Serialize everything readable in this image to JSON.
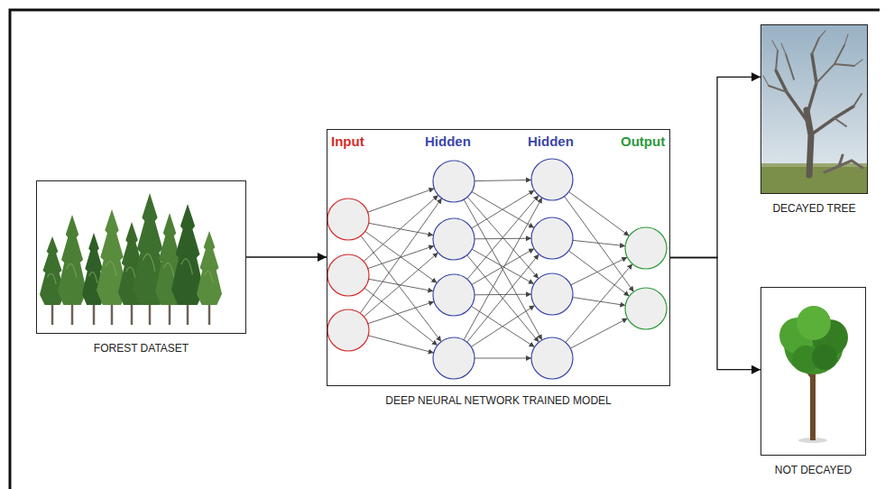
{
  "diagram": {
    "nodes": [
      {
        "text": [
          "FOREST DATASET"
        ]
      },
      {
        "text": [
          "Input",
          "Hidden",
          "Hidden",
          "Output",
          "DEEP NEURAL NETWORK TRAINED MODEL"
        ]
      },
      {
        "text": [
          "DECAYED TREE"
        ]
      },
      {
        "text": [
          "NOT DECAYED"
        ]
      }
    ],
    "edges": [
      {
        "from": 0,
        "to": 1,
        "arrow": "to"
      },
      {
        "from": 1,
        "to": 2,
        "arrow": "to"
      },
      {
        "from": 1,
        "to": 3,
        "arrow": "to"
      }
    ]
  }
}
